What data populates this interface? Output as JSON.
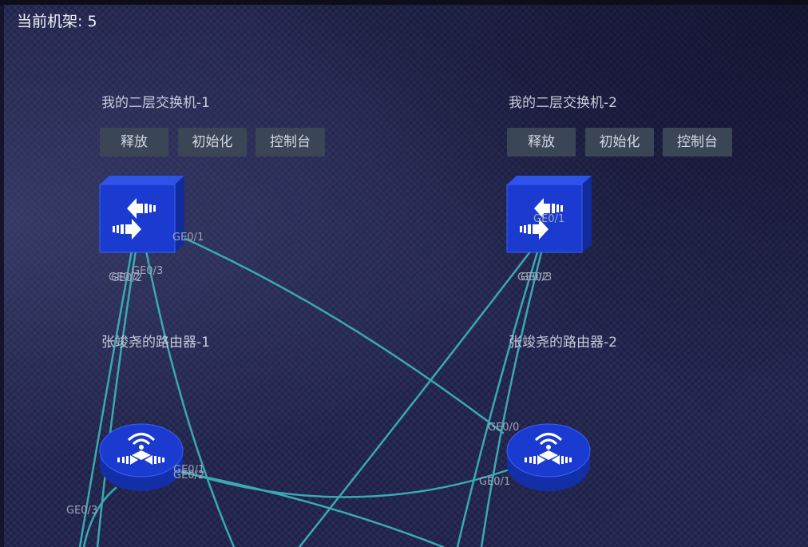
{
  "rack_label": "当前机架: 5",
  "devices": [
    {
      "name": "我的二层交换机-1",
      "type_icon": "layer2-switch-icon",
      "buttons": [
        "释放",
        "初始化",
        "控制台"
      ]
    },
    {
      "name": "我的二层交换机-2",
      "type_icon": "layer2-switch-icon",
      "buttons": [
        "释放",
        "初始化",
        "控制台"
      ]
    },
    {
      "name": "张竣尧的路由器-1",
      "type_icon": "router-icon"
    },
    {
      "name": "张竣尧的路由器-2",
      "type_icon": "router-icon"
    }
  ],
  "port_labels": {
    "sw1_ge01": "GE0/1",
    "sw1_ge03": "GE0/3",
    "sw1_ge02": "GE0/2",
    "sw1_ge02b": "GE0/2",
    "sw2_ge01": "GE0/1",
    "sw2_ge03": "GE0/3",
    "sw2_ge02": "GE0/2",
    "r1_ge01": "GE0/1",
    "r1_ge02": "GE0/2",
    "r1_ge03": "GE0/3",
    "r2_ge00": "GE0/0",
    "r2_ge01": "GE0/1"
  },
  "colors": {
    "link": "#3aa9b2",
    "device_blue": "#1d3fd6",
    "button_bg": "#3a4656"
  }
}
